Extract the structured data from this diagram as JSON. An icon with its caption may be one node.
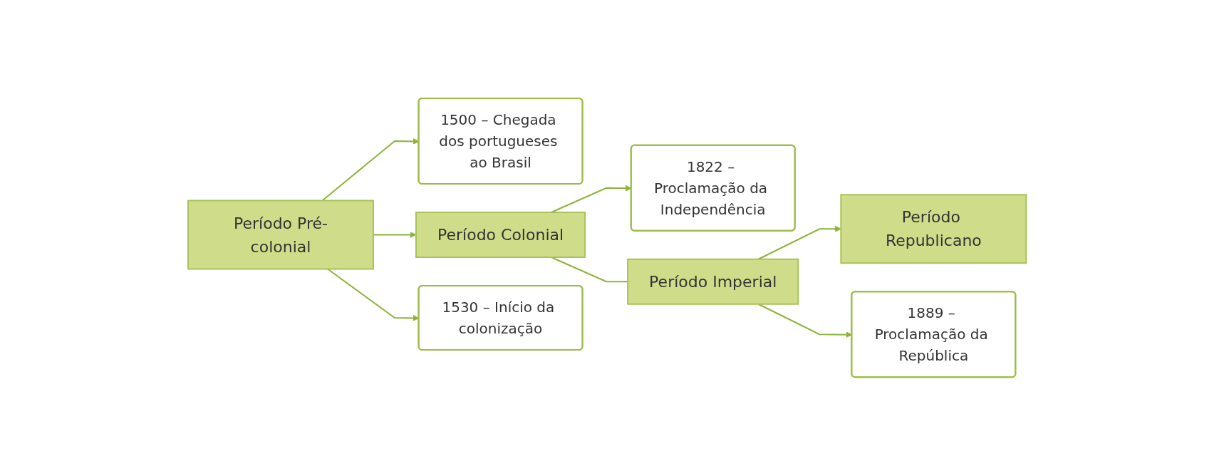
{
  "diagram": {
    "nodes": [
      {
        "text": [
          "1500 – Chegada dos portugueses ao Brasil"
        ]
      },
      {
        "text": [
          "1822 – Proclamação da Independência"
        ]
      },
      {
        "text": [
          "Período Pré-colonial"
        ]
      },
      {
        "text": [
          "Período Colonial"
        ]
      },
      {
        "text": [
          "Período Imperial"
        ]
      },
      {
        "text": [
          "Período Republicano"
        ]
      },
      {
        "text": [
          "1530 – Início da colonização"
        ]
      },
      {
        "text": [
          "1889 – Proclamação da República"
        ]
      }
    ],
    "edges": [
      {
        "from": 2,
        "to": 0,
        "arrow": "to"
      },
      {
        "from": 2,
        "to": 3,
        "arrow": "to"
      },
      {
        "from": 2,
        "to": 6,
        "arrow": "to"
      },
      {
        "from": 3,
        "to": 1,
        "arrow": "to"
      },
      {
        "from": 3,
        "to": 4,
        "arrow": "none"
      },
      {
        "from": 4,
        "to": 5,
        "arrow": "to"
      },
      {
        "from": 4,
        "to": 7,
        "arrow": "to"
      }
    ]
  }
}
